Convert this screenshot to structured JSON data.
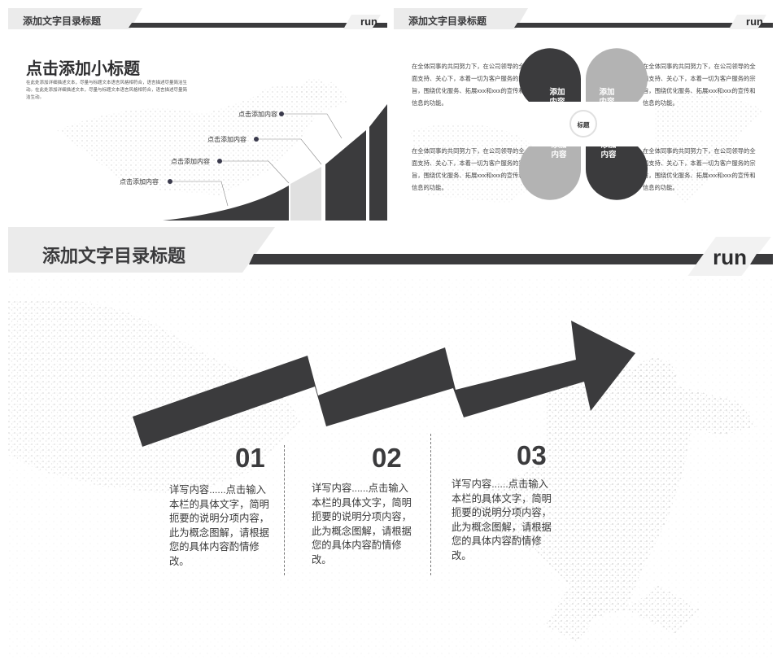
{
  "slides": {
    "slide1": {
      "header_title": "添加文字目录标题",
      "run_label": "run",
      "subtitle": "点击添加小标题",
      "description": "在此处添加详细描述文本，尽量与标题文本语言风格相符合，语言描述尽量简洁生动。在此处添加详细描述文本，尽量与标题文本语言风格相符合，语言描述尽量简洁生动。",
      "steps": [
        "点击添加内容",
        "点击添加内容",
        "点击添加内容",
        "点击添加内容"
      ]
    },
    "slide2": {
      "header_title": "添加文字目录标题",
      "run_label": "run",
      "paragraphs": [
        "在全体同事的共同努力下，在公司领导的全面支持、关心下，本着一切为客户服务的宗旨，围绕优化服务、拓展xxx和xxx的宣传和信息的功能。",
        "在全体同事的共同努力下，在公司领导的全面支持、关心下，本着一切为客户服务的宗旨，围绕优化服务、拓展xxx和xxx的宣传和信息的功能。",
        "在全体同事的共同努力下，在公司领导的全面支持、关心下，本着一切为客户服务的宗旨，围绕优化服务、拓展xxx和xxx的宣传和信息的功能。",
        "在全体同事的共同努力下，在公司领导的全面支持、关心下，本着一切为客户服务的宗旨，围绕优化服务、拓展xxx和xxx的宣传和信息的功能。"
      ],
      "petals": [
        "添加\n内容",
        "添加\n内容",
        "添加\n内容",
        "添加\n内容"
      ],
      "center_label": "标题"
    },
    "slide3": {
      "header_title": "添加文字目录标题",
      "run_label": "run",
      "items": [
        {
          "number": "01",
          "text": "详写内容......点击输入本栏的具体文字，简明扼要的说明分项内容，此为概念图解，请根据您的具体内容酌情修改。"
        },
        {
          "number": "02",
          "text": "详写内容......点击输入本栏的具体文字，简明扼要的说明分项内容，此为概念图解，请根据您的具体内容酌情修改。"
        },
        {
          "number": "03",
          "text": "详写内容......点击输入本栏的具体文字，简明扼要的说明分项内容，此为概念图解，请根据您的具体内容酌情修改。"
        }
      ]
    }
  },
  "colors": {
    "dark": "#3b3b3d",
    "mid_gray": "#b3b3b3",
    "light_gray": "#e6e6e6",
    "header_bar": "#ebebeb"
  }
}
